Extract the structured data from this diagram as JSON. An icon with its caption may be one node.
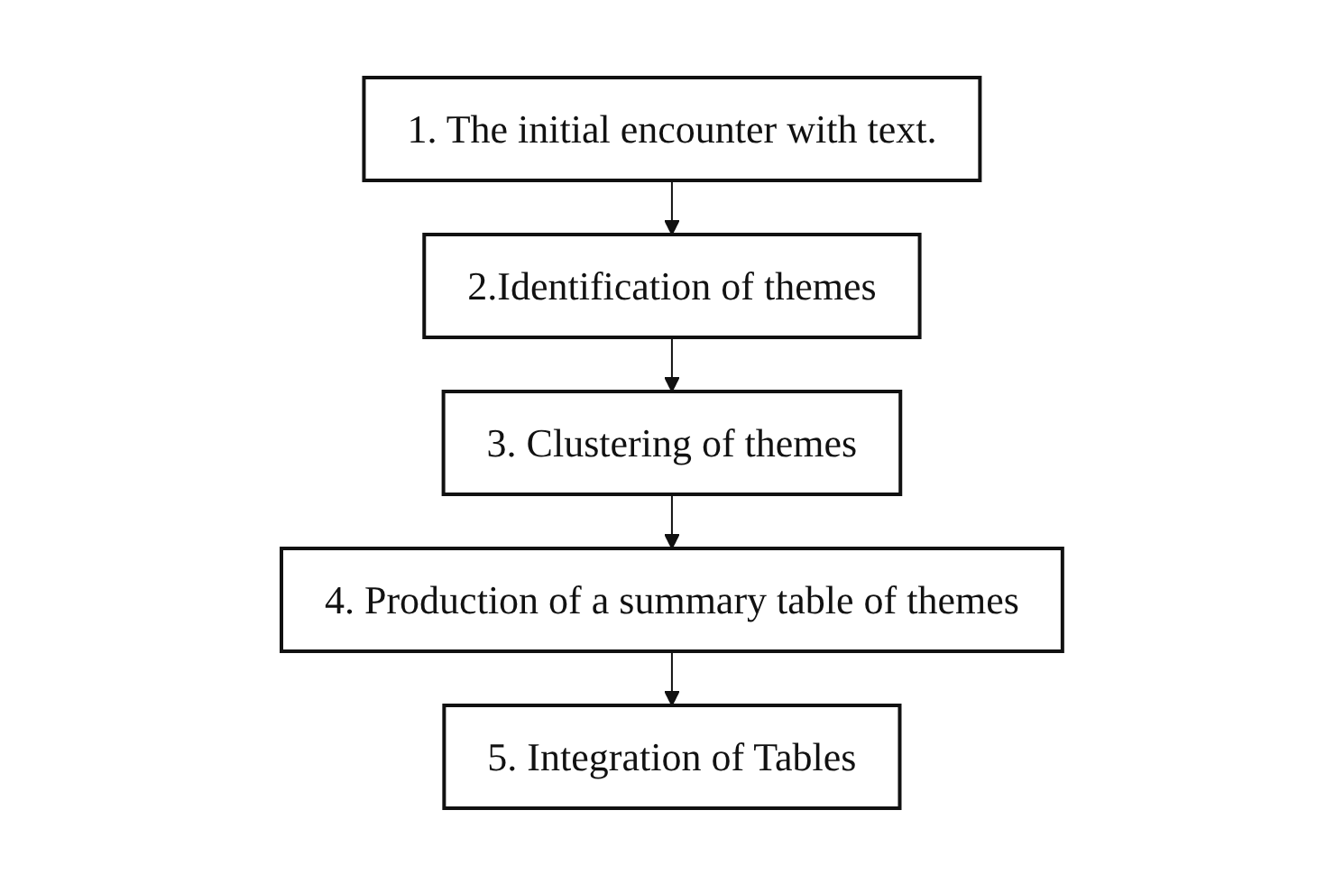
{
  "diagram": {
    "nodes": [
      {
        "text": [
          "1. The initial encounter with text."
        ]
      },
      {
        "text": [
          "2.Identification of themes"
        ]
      },
      {
        "text": [
          "3. Clustering of themes"
        ]
      },
      {
        "text": [
          "4. Production of a summary table of themes"
        ]
      },
      {
        "text": [
          "5. Integration of Tables"
        ]
      }
    ],
    "edges": [
      {
        "from": 0,
        "to": 1,
        "arrow": "to"
      },
      {
        "from": 1,
        "to": 2,
        "arrow": "to"
      },
      {
        "from": 2,
        "to": 3,
        "arrow": "to"
      },
      {
        "from": 3,
        "to": 4,
        "arrow": "to"
      }
    ]
  }
}
